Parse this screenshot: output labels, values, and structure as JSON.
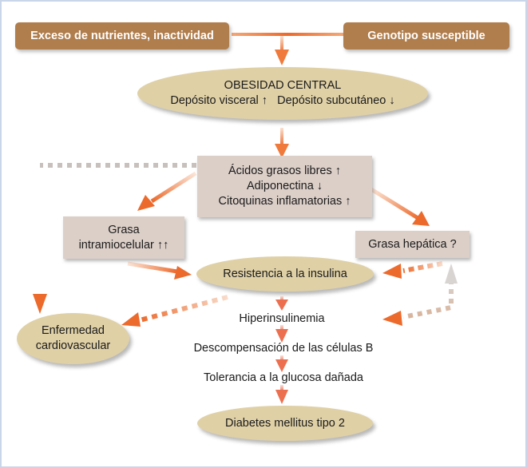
{
  "diagram": {
    "nodes": {
      "excess_nutrients": "Exceso de nutrientes, inactividad",
      "genotype": "Genotipo susceptible",
      "central_obesity": {
        "title": "OBESIDAD CENTRAL",
        "line2": "Depósito visceral ↑   Depósito subcutáneo ↓"
      },
      "mediators": {
        "line1": "Ácidos grasos libres ↑",
        "line2": "Adiponectina ↓",
        "line3": "Citoquinas inflamatorias ↑"
      },
      "intramyocellular_fat": {
        "line1": "Grasa",
        "line2": "intramiocelular ↑↑"
      },
      "hepatic_fat": "Grasa hepática ?",
      "insulin_resistance": "Resistencia a la insulina",
      "cardiovascular_disease": {
        "line1": "Enfermedad",
        "line2": "cardiovascular"
      },
      "hyperinsulinemia": "Hiperinsulinemia",
      "beta_cell_decompensation": "Descompensación de las células B",
      "impaired_glucose_tolerance": "Tolerancia a la glucosa dañada",
      "type2_diabetes": "Diabetes mellitus tipo 2"
    },
    "colors": {
      "brown_box": "#b07d4c",
      "grey_box": "#dccfc8",
      "oval": "#dfd0a6",
      "arrow_orange": "#ec6a2c",
      "dashed_grey": "#c8c0bc",
      "border": "#c9d6ea"
    }
  }
}
